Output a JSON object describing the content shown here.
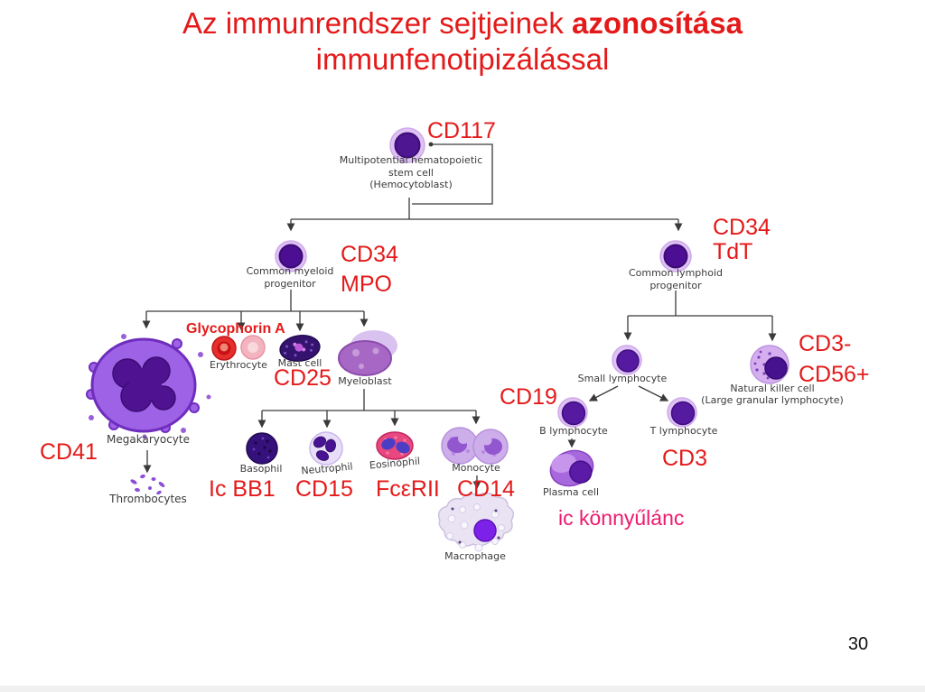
{
  "title": {
    "part1": "Az immunrendszer sejtjeinek",
    "part2_bold": "azonosítása",
    "line2": "immunfenotipizálással"
  },
  "page_number": "30",
  "colors": {
    "title_red": "#e41a1a",
    "marker_red": "#e41a1a",
    "marker_magenta": "#ee1a6e",
    "label_dark": "#3b3b3b",
    "cell_purple_dark": "#551aa0",
    "cell_halo": "#dfc2f5"
  },
  "diagram": {
    "stem_cell": {
      "name_l1": "Multipotential hematopoietic",
      "name_l2": "stem cell",
      "name_l3": "(Hemocytoblast)",
      "marker": "CD117"
    },
    "myeloid_progenitor": {
      "name_l1": "Common myeloid",
      "name_l2": "progenitor",
      "marker_l1": "CD34",
      "marker_l2": "MPO"
    },
    "lymphoid_progenitor": {
      "name_l1": "Common lymphoid",
      "name_l2": "progenitor",
      "marker_l1": "CD34",
      "marker_l2": "TdT"
    },
    "megakaryocyte": {
      "name": "Megakaryocyte",
      "marker": "CD41"
    },
    "thrombocytes": {
      "name": "Thrombocytes"
    },
    "erythrocyte": {
      "name": "Erythrocyte",
      "marker": "Glycophorin A"
    },
    "mast_cell": {
      "name": "Mast cell",
      "marker": "CD25"
    },
    "myeloblast": {
      "name": "Myeloblast"
    },
    "basophil": {
      "name": "Basophil",
      "marker": "Ic BB1"
    },
    "neutrophil": {
      "name": "Neutrophil",
      "marker": "CD15"
    },
    "eosinophil": {
      "name": "Eosinophil",
      "marker": "FcεRII"
    },
    "monocyte": {
      "name": "Monocyte",
      "marker": "CD14"
    },
    "macrophage": {
      "name": "Macrophage"
    },
    "small_lymphocyte": {
      "name": "Small lymphocyte"
    },
    "nk_cell": {
      "name_l1": "Natural killer cell",
      "name_l2": "(Large granular lymphocyte)",
      "marker_l1": "CD3-",
      "marker_l2": "CD56+"
    },
    "b_lymphocyte": {
      "name": "B lymphocyte",
      "marker": "CD19"
    },
    "t_lymphocyte": {
      "name": "T lymphocyte",
      "marker": "CD3"
    },
    "plasma_cell": {
      "name": "Plasma cell",
      "marker": "ic könnyűlánc"
    }
  }
}
